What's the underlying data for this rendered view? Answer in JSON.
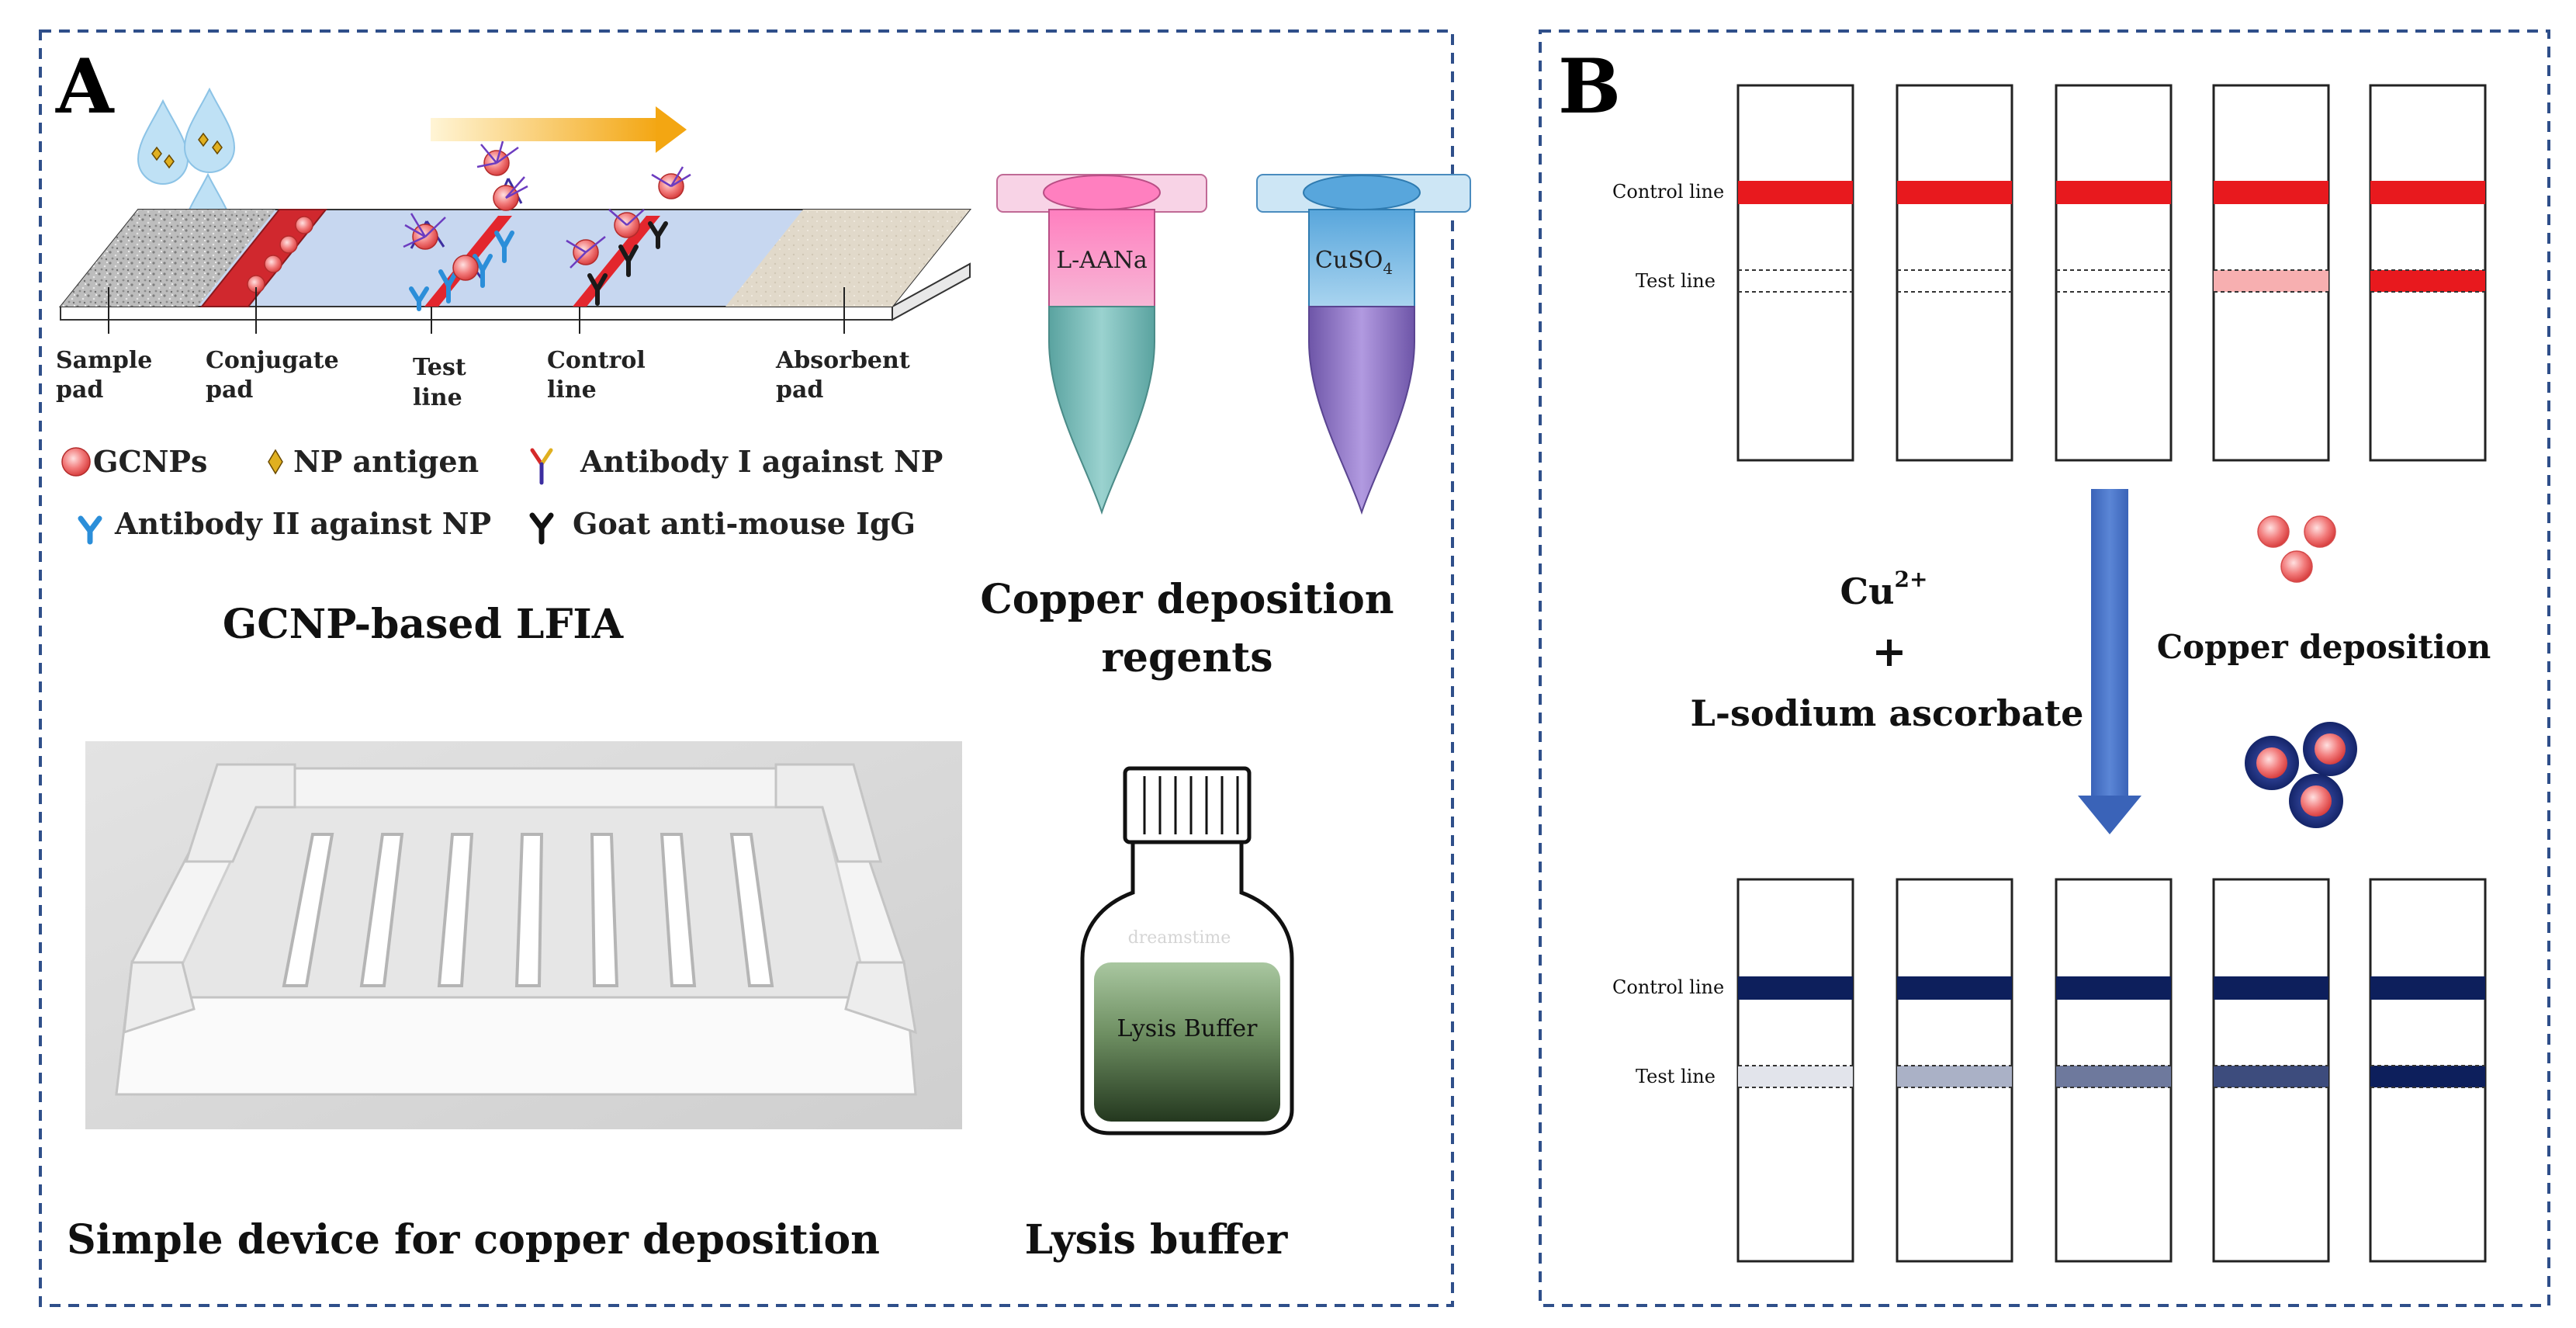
{
  "panel_a": {
    "letter": "A",
    "strip_labels": {
      "sample_pad_1": "Sample",
      "sample_pad_2": "pad",
      "conjugate_pad_1": "Conjugate",
      "conjugate_pad_2": "pad",
      "test_line_1": "Test",
      "test_line_2": "line",
      "control_line_1": "Control",
      "control_line_2": "line",
      "absorbent_pad_1": "Absorbent",
      "absorbent_pad_2": "pad"
    },
    "legend": {
      "gcnps": "GCNPs",
      "np_antigen": "NP antigen",
      "antibody_1": "Antibody I against NP",
      "antibody_2": "Antibody II against NP",
      "goat_igg": "Goat anti-mouse IgG"
    },
    "caption_lfia": "GCNP-based LFIA",
    "tube_1_label": "L-AANa",
    "tube_2_label": "CuSO",
    "tube_2_sub": "4",
    "caption_copper_1": "Copper deposition",
    "caption_copper_2": "regents",
    "bottle_label": "Lysis Buffer",
    "bottle_watermark": "dreamstime",
    "caption_device": "Simple device for copper deposition",
    "caption_lysis": "Lysis buffer"
  },
  "panel_b": {
    "letter": "B",
    "control_line": "Control line",
    "test_line": "Test line",
    "reagent_cu": "Cu",
    "reagent_cu_sup": "2+",
    "reagent_plus": "+",
    "reagent_asc": "L-sodium ascorbate",
    "copper_deposition": "Copper deposition",
    "colors": {
      "red": "#e8191e",
      "navy": "#0d1f5c"
    },
    "top_test_line_intensity": [
      0,
      0,
      0,
      0.35,
      1
    ],
    "bottom_test_line_intensity": [
      0.12,
      0.35,
      0.6,
      0.8,
      1
    ]
  }
}
